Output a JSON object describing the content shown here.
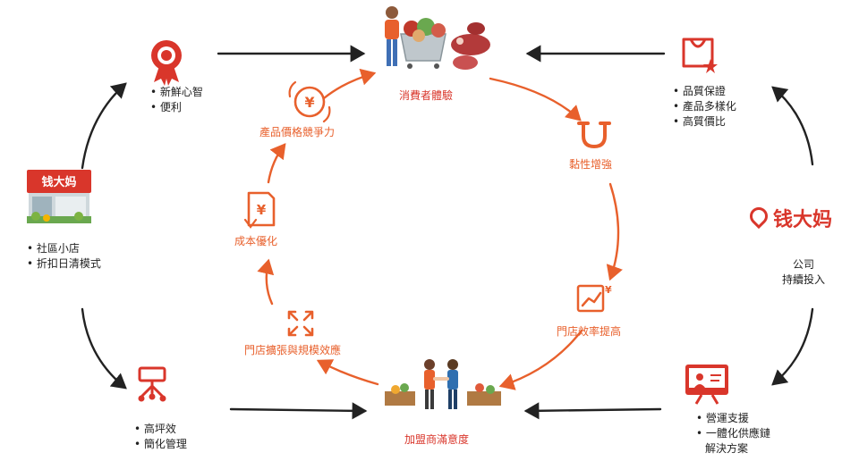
{
  "colors": {
    "orange": "#e8602c",
    "red": "#d9362b",
    "dark_arrow": "#222222"
  },
  "center_cycle": {
    "consumer_experience": "消費者體驗",
    "stickiness": "黏性增強",
    "store_efficiency": "門店效率提高",
    "franchisee_satisfaction": "加盟商滿意度",
    "scale_efficiency": "門店擴張與規模效應",
    "cost_optimization": "成本優化",
    "price_competitiveness": "產品價格競爭力"
  },
  "left_top": {
    "icon": "rosette-award-icon",
    "items": [
      "新鮮心智",
      "便利"
    ]
  },
  "left_middle": {
    "icon": "store-front-icon",
    "store_sign": "钱大妈",
    "items": [
      "社區小店",
      "折扣日清模式"
    ]
  },
  "left_bottom": {
    "icon": "org-structure-icon",
    "items": [
      "高坪效",
      "簡化管理"
    ]
  },
  "right_top": {
    "icon": "shopping-bag-star-icon",
    "items": [
      "品質保證",
      "產品多樣化",
      "高質價比"
    ]
  },
  "right_middle": {
    "brand": "钱大妈",
    "line1": "公司",
    "line2": "持續投入"
  },
  "right_bottom": {
    "icon": "presentation-board-icon",
    "items": [
      "營運支援",
      "一體化供應鏈"
    ],
    "continuation": "解決方案"
  }
}
